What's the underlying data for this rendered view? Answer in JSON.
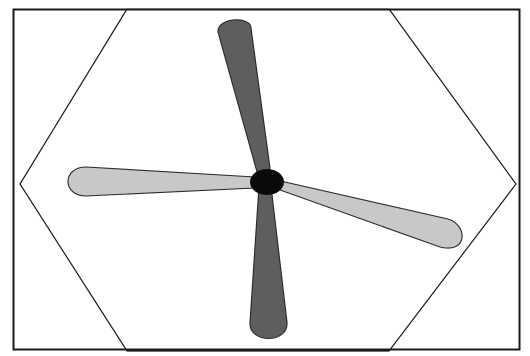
{
  "figure": {
    "frame": "rectangular-border",
    "outline_shape": "hexagon",
    "hub": "black-ellipse",
    "blades": [
      {
        "name": "upper-dark-blade",
        "shade": "dark"
      },
      {
        "name": "lower-dark-blade",
        "shade": "dark"
      },
      {
        "name": "left-light-blade",
        "shade": "light"
      },
      {
        "name": "right-light-blade",
        "shade": "light"
      }
    ]
  },
  "colors": {
    "dark_blade": "#5e5e5e",
    "light_blade": "#c8c8c8",
    "blade_outline": "#2a2a2a",
    "hub": "#0a0a0a",
    "lines": "#1a1a1a",
    "background": "#ffffff"
  }
}
